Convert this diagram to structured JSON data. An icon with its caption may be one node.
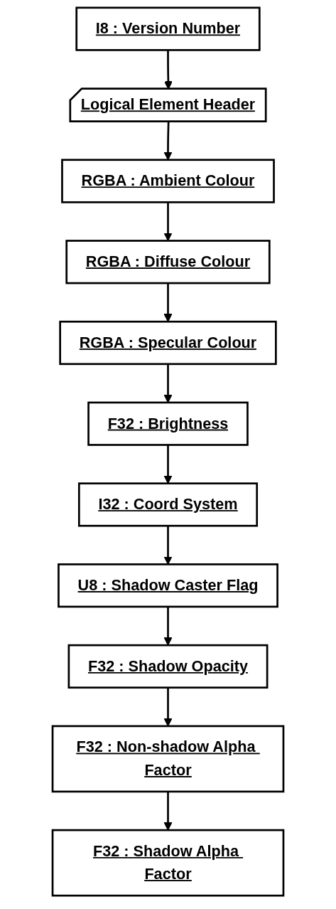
{
  "diagram": {
    "nodes": [
      {
        "text": [
          "I8 : Version Number"
        ]
      },
      {
        "text": [
          "Logical Element Header"
        ]
      },
      {
        "text": [
          "RGBA : Ambient Colour"
        ]
      },
      {
        "text": [
          "RGBA : Diffuse Colour"
        ]
      },
      {
        "text": [
          "RGBA : Specular Colour"
        ]
      },
      {
        "text": [
          "F32 : Brightness"
        ]
      },
      {
        "text": [
          "I32 : Coord System"
        ]
      },
      {
        "text": [
          "U8 : Shadow Caster Flag"
        ]
      },
      {
        "text": [
          "F32 : Shadow Opacity"
        ]
      },
      {
        "text": [
          "F32 : Non-shadow Alpha Factor"
        ]
      },
      {
        "text": [
          "F32 : Shadow Alpha Factor"
        ]
      }
    ],
    "edges": [
      {
        "from": 0,
        "to": 1,
        "arrow": "to"
      },
      {
        "from": 1,
        "to": 2,
        "arrow": "to"
      },
      {
        "from": 2,
        "to": 3,
        "arrow": "to"
      },
      {
        "from": 3,
        "to": 4,
        "arrow": "to"
      },
      {
        "from": 4,
        "to": 5,
        "arrow": "to"
      },
      {
        "from": 5,
        "to": 6,
        "arrow": "to"
      },
      {
        "from": 6,
        "to": 7,
        "arrow": "to"
      },
      {
        "from": 7,
        "to": 8,
        "arrow": "to"
      },
      {
        "from": 8,
        "to": 9,
        "arrow": "to"
      },
      {
        "from": 9,
        "to": 10,
        "arrow": "to"
      }
    ]
  }
}
